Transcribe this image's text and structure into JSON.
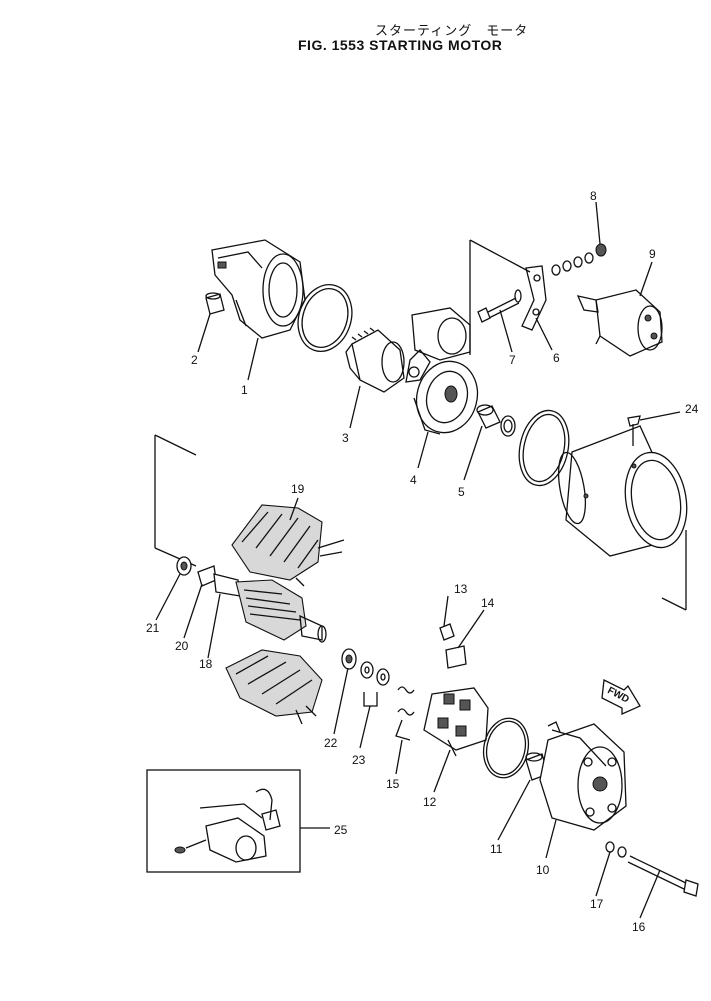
{
  "figure": {
    "title_jp": "スターティング　モータ",
    "title_en": "FIG. 1553   STARTING   MOTOR"
  },
  "fwd_label": "FWD",
  "callouts": [
    {
      "id": "1",
      "label": "1"
    },
    {
      "id": "2",
      "label": "2"
    },
    {
      "id": "3",
      "label": "3"
    },
    {
      "id": "4",
      "label": "4"
    },
    {
      "id": "5",
      "label": "5"
    },
    {
      "id": "6",
      "label": "6"
    },
    {
      "id": "7",
      "label": "7"
    },
    {
      "id": "8",
      "label": "8"
    },
    {
      "id": "9",
      "label": "9"
    },
    {
      "id": "10",
      "label": "10"
    },
    {
      "id": "11",
      "label": "11"
    },
    {
      "id": "12",
      "label": "12"
    },
    {
      "id": "13",
      "label": "13"
    },
    {
      "id": "14",
      "label": "14"
    },
    {
      "id": "15",
      "label": "15"
    },
    {
      "id": "16",
      "label": "16"
    },
    {
      "id": "17",
      "label": "17"
    },
    {
      "id": "18",
      "label": "18"
    },
    {
      "id": "19",
      "label": "19"
    },
    {
      "id": "20",
      "label": "20"
    },
    {
      "id": "21",
      "label": "21"
    },
    {
      "id": "22",
      "label": "22"
    },
    {
      "id": "23",
      "label": "23"
    },
    {
      "id": "24",
      "label": "24"
    },
    {
      "id": "25",
      "label": "25"
    }
  ]
}
